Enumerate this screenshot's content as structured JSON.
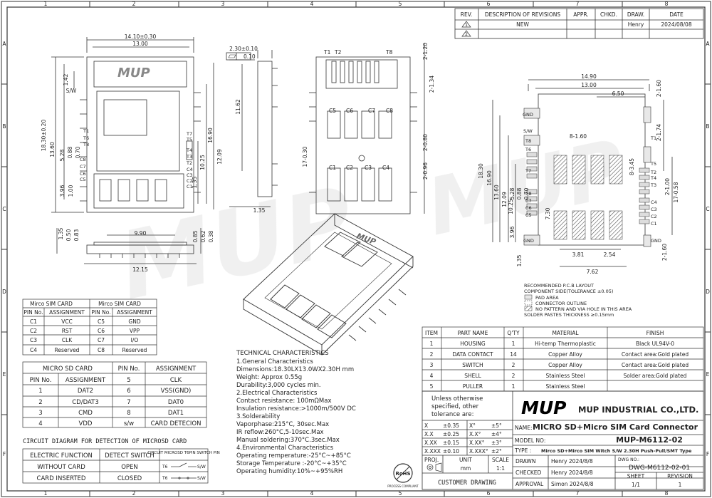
{
  "border": {
    "cols": [
      "1",
      "2",
      "3",
      "4",
      "5",
      "6",
      "7",
      "8"
    ],
    "rows": [
      "A",
      "B",
      "C",
      "D",
      "E",
      "F"
    ]
  },
  "revision_table": {
    "headers": [
      "REV.",
      "DESCRIPTION OF REVISIONS",
      "APPR.",
      "CHKD.",
      "DRAW.",
      "DATE"
    ],
    "rows": [
      {
        "rev": "1",
        "desc": "NEW",
        "appr": "",
        "chkd": "",
        "draw": "Henry",
        "date": "2024/08/08"
      },
      {
        "rev": "2",
        "desc": "",
        "appr": "",
        "chkd": "",
        "draw": "",
        "date": ""
      }
    ]
  },
  "top_view": {
    "dims": [
      "14.10±0.30",
      "13.00",
      "1.42",
      "S/W",
      "18.30±0.20",
      "13.60",
      "5.28",
      "0.88",
      "0.70",
      "3.96",
      "1.00",
      "16.90",
      "12.09",
      "10.25",
      "1.35"
    ],
    "pins": [
      "T1",
      "T6",
      "T8",
      "T7",
      "T5",
      "T4",
      "T3",
      "T2",
      "C8",
      "C7",
      "C6",
      "C5",
      "C4",
      "C3",
      "C2",
      "C1"
    ],
    "logo": "MUP"
  },
  "side_view": {
    "dims": [
      "2.30±0.10",
      "0.10",
      "11.62",
      "1.35"
    ]
  },
  "bottom_view": {
    "labels": [
      "T1",
      "T2",
      "T8",
      "C5",
      "C6",
      "C7",
      "C8",
      "C1",
      "C2",
      "C3",
      "C4"
    ],
    "dims": [
      "2-1.20",
      "2-1.34",
      "17-0.30",
      "2-0.80",
      "2-0.96"
    ]
  },
  "front_view": {
    "dims": [
      "9.90",
      "12.15",
      "1.35",
      "0.50",
      "0.83",
      "0.85",
      "0.62",
      "0.38"
    ]
  },
  "pcb_layout": {
    "dims": [
      "14.90",
      "13.00",
      "6.50",
      "2-1.60",
      "2-1.74",
      "8-1.60",
      "8-3.45",
      "2-1.00",
      "17-0.58",
      "18.30",
      "16.90",
      "13.60",
      "12.09",
      "10.25",
      "5.28",
      "0.88",
      "0.70",
      "3.96",
      "1.35",
      "7.30",
      "3.81",
      "2.54",
      "7.62",
      "2-1.60"
    ],
    "labels": [
      "GND",
      "S/W",
      "T1",
      "T8",
      "T6",
      "T7",
      "T5",
      "T4",
      "T3",
      "T2",
      "C8",
      "C7",
      "C6",
      "C5",
      "C4",
      "C3",
      "C2",
      "C1",
      "GND",
      "GND"
    ],
    "notes": [
      "RECOMMENDED P.C.B LAYOUT",
      "COMPONENT SIDE(TOLERANCE ±0.05)",
      "PAD AREA",
      "CONNECTOR OUTLINE",
      "NO PATTERN AND VIA HOLE IN THIS AREA",
      "SOLDER PASTES THICKNESS ≥0.15mm"
    ]
  },
  "sim_card_table": {
    "title": "Mirco SIM CARD",
    "headers": [
      "PIN No.",
      "ASSIGNMENT"
    ],
    "left": [
      [
        "C1",
        "VCC"
      ],
      [
        "C2",
        "RST"
      ],
      [
        "C3",
        "CLK"
      ],
      [
        "C4",
        "Reserved"
      ]
    ],
    "right": [
      [
        "C5",
        "GND"
      ],
      [
        "C6",
        "VPP"
      ],
      [
        "C7",
        "I/O"
      ],
      [
        "C8",
        "Reserved"
      ]
    ]
  },
  "sd_card_table": {
    "title": "MICRO SD CARD",
    "headers": [
      "PIN No.",
      "ASSIGNMENT",
      "PIN No.",
      "ASSIGNMENT"
    ],
    "rows": [
      [
        "1",
        "DAT2",
        "5",
        "CLK"
      ],
      [
        "2",
        "CD/DAT3",
        "6",
        "VSS(GND)"
      ],
      [
        "3",
        "CMD",
        "7",
        "DAT0"
      ],
      [
        "4",
        "VDD",
        "8",
        "DAT1"
      ],
      [
        "",
        "",
        "s/w",
        "CARD DETECION"
      ]
    ]
  },
  "circuit": {
    "title": "CIRCUIT DIAGRAM FOR   DETECTION OF MICROSD CARD",
    "headers": [
      "ELECTRIC FUNCTION",
      "DETECT SWITCH",
      "CIRCUIT MICROSD T6PIN SWITCH PIN"
    ],
    "rows": [
      [
        "WITHOUT CARD",
        "OPEN",
        "T6",
        "S/W"
      ],
      [
        "CARD INSERTED",
        "CLOSED",
        "T6",
        "S/W"
      ]
    ]
  },
  "tech": {
    "title": "TECHNICAL CHARACTERISTICS",
    "lines": [
      "1.General Characteristics",
      "Dimensions:18.30LX13.0WX2.30H mm",
      "Weight: Approx 0.55g",
      "Durability:3,000 cycles min.",
      "2.Electrical Characteristics",
      "Contact resistance: 100mΩMax",
      "Insulation resistance:>1000m/500V DC",
      "3.Solderability",
      "Vaporphase:215°C, 30sec.Max",
      "IR reflow:260°C,5-10sec.Max",
      "Manual soldering:370°C.3sec.Max",
      "4.Environmental Characteristics",
      "Operating remperature:-25°C~+85°C",
      "Storage Temperature :-20°C~+35°C",
      "Operating humidity:10%~+95%RH"
    ]
  },
  "bom": {
    "headers": [
      "ITEM",
      "PART NAME",
      "Q'TY",
      "MATERIAL",
      "FINISH"
    ],
    "rows": [
      [
        "1",
        "HOUSING",
        "1",
        "Hi-temp Thermoplastic",
        "Black UL94V-0"
      ],
      [
        "2",
        "DATA CONTACT",
        "14",
        "Copper Alloy",
        "Contact area:Gold plated"
      ],
      [
        "3",
        "SWITCH",
        "2",
        "Copper Alloy",
        "Contact area:Gold plated"
      ],
      [
        "4",
        "SHELL",
        "2",
        "Stainless Steel",
        "Solder area:Gold plated"
      ],
      [
        "5",
        "PULLER",
        "1",
        "Stainless Steel",
        ""
      ]
    ]
  },
  "title_block": {
    "tol_note": [
      "Unless otherwise",
      "specified, other",
      "tolerance are:"
    ],
    "tolerances": [
      [
        "X",
        "±0.35",
        "X°",
        "±5°"
      ],
      [
        "X.X",
        "±0.25",
        "X.X°",
        "±4°"
      ],
      [
        "X.XX",
        "±0.15",
        "X.XX°",
        "±3°"
      ],
      [
        "X.XXX",
        "±0.10",
        "X.XXX°",
        "±2°"
      ]
    ],
    "company_logo": "MUP",
    "company": "MUP INDUSTRIAL CO.,LTD.",
    "name_label": "NAME:",
    "name": "MICRO SD+Micro SIM Card Connector",
    "model_label": "MODEL NO:",
    "model": "MUP-M6112-02",
    "type_label": "TYPE :",
    "type": "Mirco SD+Mirco SIM Witch S/W 2.30H Push-Pull/SMT Type",
    "proj_label": "PROJ.",
    "unit_label": "UNIT",
    "unit": "mm",
    "scale_label": "SCALE",
    "scale": "1:1",
    "drawn_label": "DRAWN",
    "drawn": "Henry 2024/8/8",
    "checked_label": "CHECKED",
    "checked": "Henry 2024/8/8",
    "approval_label": "APPROVAL",
    "approval": "Simon 2024/8/8",
    "dwg_label": "DWG NO.:",
    "dwg": "DWG-M6112-02-01",
    "sheet_label": "SHEET",
    "sheet": "1/1",
    "revision_label": "REVISION",
    "revision": "1",
    "customer": "CUSTOMER  DRAWING",
    "rohs": "RoHS",
    "rohs_sub": "PROCESS COMPLIANT"
  }
}
